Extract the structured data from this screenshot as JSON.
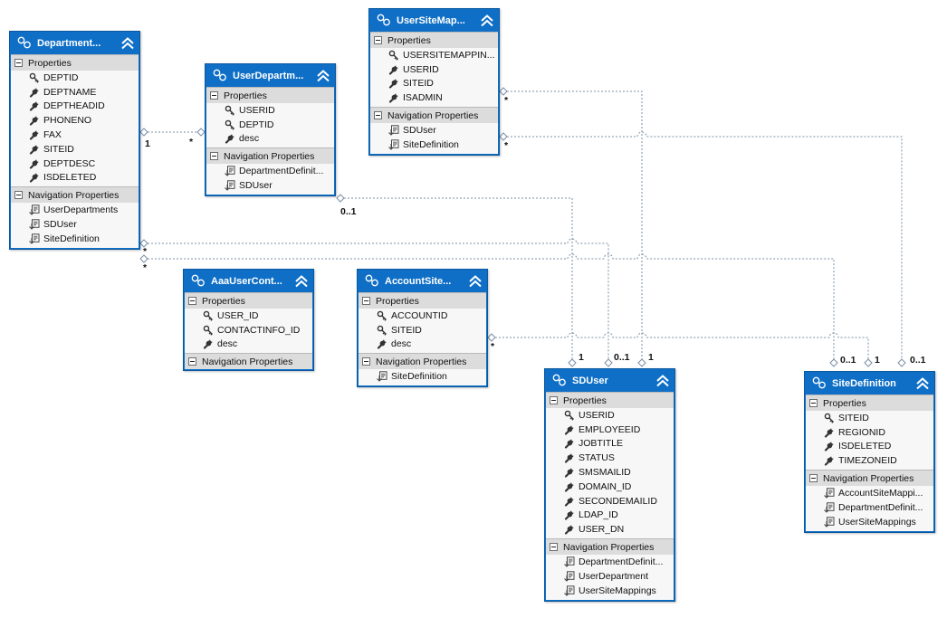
{
  "entities": [
    {
      "title": "Department...",
      "properties": [
        "DEPTID",
        "DEPTNAME",
        "DEPTHEADID",
        "PHONENO",
        "FAX",
        "SITEID",
        "DEPTDESC",
        "ISDELETED"
      ],
      "key_properties": [
        0
      ],
      "navigation": [
        "UserDepartments",
        "SDUser",
        "SiteDefinition"
      ]
    },
    {
      "title": "UserDepartm...",
      "properties": [
        "USERID",
        "DEPTID",
        "desc"
      ],
      "key_properties": [
        0,
        1
      ],
      "navigation": [
        "DepartmentDefinit...",
        "SDUser"
      ]
    },
    {
      "title": "UserSiteMap...",
      "properties": [
        "USERSITEMAPPIN...",
        "USERID",
        "SITEID",
        "ISADMIN"
      ],
      "key_properties": [
        0
      ],
      "navigation": [
        "SDUser",
        "SiteDefinition"
      ]
    },
    {
      "title": "AaaUserCont...",
      "properties": [
        "USER_ID",
        "CONTACTINFO_ID",
        "desc"
      ],
      "key_properties": [
        0,
        1
      ],
      "navigation": []
    },
    {
      "title": "AccountSite...",
      "properties": [
        "ACCOUNTID",
        "SITEID",
        "desc"
      ],
      "key_properties": [
        0,
        1
      ],
      "navigation": [
        "SiteDefinition"
      ]
    },
    {
      "title": "SDUser",
      "properties": [
        "USERID",
        "EMPLOYEEID",
        "JOBTITLE",
        "STATUS",
        "SMSMAILID",
        "DOMAIN_ID",
        "SECONDEMAILID",
        "LDAP_ID",
        "USER_DN"
      ],
      "key_properties": [
        0
      ],
      "navigation": [
        "DepartmentDefinit...",
        "UserDepartment",
        "UserSiteMappings"
      ]
    },
    {
      "title": "SiteDefinition",
      "properties": [
        "SITEID",
        "REGIONID",
        "ISDELETED",
        "TIMEZONEID"
      ],
      "key_properties": [
        0
      ],
      "navigation": [
        "AccountSiteMappi...",
        "DepartmentDefinit...",
        "UserSiteMappings"
      ]
    }
  ],
  "section_labels": {
    "properties": "Properties",
    "navigation": "Navigation Properties"
  },
  "multiplicities": {
    "dept_userdept_1": "1",
    "dept_userdept_many": "*",
    "dept_sduser": "*",
    "dept_site": "*",
    "usersite_sduser": "*",
    "usersite_site": "*",
    "userdept_sduser": "0..1",
    "account_site": "*",
    "sduser_a": "1",
    "sduser_b": "0..1",
    "sduser_c": "1",
    "site_a": "0..1",
    "site_b": "1",
    "site_c": "0..1"
  },
  "colors": {
    "header": "#0f6fc6",
    "section": "#dcdcdc",
    "body": "#f7f7f7",
    "connector": "#7a8fa6"
  },
  "icons": {
    "entity": "entity-icon",
    "collapse": "collapse-chevron-icon",
    "key": "key-icon",
    "property": "wrench-icon",
    "navigation": "navigation-property-icon"
  }
}
